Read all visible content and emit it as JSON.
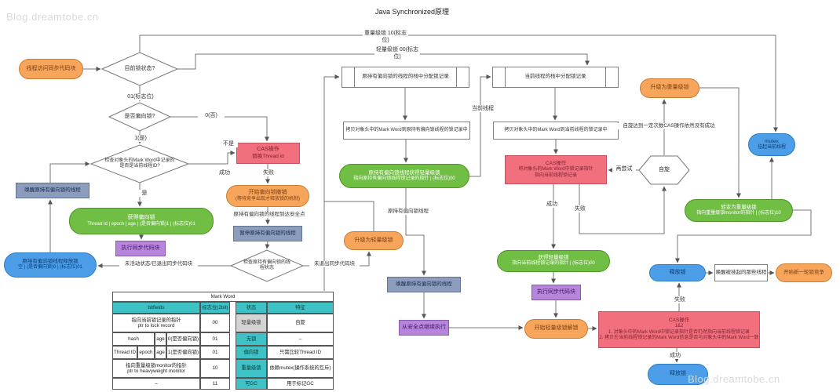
{
  "title": "Java Synchronized原理",
  "watermark": "Blog.dreamtobe.cn",
  "nodes": {
    "start": {
      "t": "线程访问同步代码块"
    },
    "d_lock_state": {
      "t": "目前锁状态?"
    },
    "d_biased": {
      "t": "是否偏向锁?"
    },
    "d_check_tid": {
      "l1": "检查对象头的Mark Word中记录的",
      "l2": "是否是当前线程ID?"
    },
    "wake_biased_left": {
      "t": "唤醒原持有偏向锁的线程"
    },
    "get_biased": {
      "l1": "获得偏向锁",
      "l2": "Thread Id | epoch | age | (是否偏向锁)1 | (标志位)01"
    },
    "exec_sync_left": {
      "t": "执行同步代码块"
    },
    "biased_release": {
      "l1": "原持有偏向锁线程释放锁",
      "l2": "空 | (是否偏向锁)0 | (标志位)01"
    },
    "cas_replace": {
      "l1": "CAS操作",
      "l2": "替换Thread id"
    },
    "revoke_start": {
      "l1": "开始偏向锁撤销",
      "l2": "(等待竞争出现才释放锁的机制)"
    },
    "pause_biased": {
      "t": "暂停原持有偏向锁的线程"
    },
    "d_check_state": {
      "l1": "检查原持有偏向锁的线",
      "l2": "程状态"
    },
    "upgrade_light": {
      "t": "升级为轻量级锁"
    },
    "alloc_biased_stack": {
      "t": "原持有偏向锁的线程的栈中分配锁记录"
    },
    "copy_mw_biased": {
      "t": "拷贝对象头中的Mark Word到原持有偏向锁线程的锁记录中"
    },
    "biased_get_light": {
      "l1": "原持有偏向锁线程获得轻量级锁",
      "l2": "指向原持有偏向锁线程锁记录的指针 | (标志位)00"
    },
    "wake_biased_mid": {
      "t": "唤醒原持有偏向锁的线程"
    },
    "resume_safe": {
      "t": "从安全点继续执行"
    },
    "alloc_cur_stack": {
      "t": "当前线程的栈中分配锁记录"
    },
    "copy_mw_cur": {
      "t": "拷贝对象头中的Mark Word到当前线程的锁记录中"
    },
    "cas_point": {
      "l1": "CAS操作",
      "l2": "将对象头的Mark Word中锁记录指针",
      "l3": "指向当前线程锁记录"
    },
    "spin": {
      "t": "自旋"
    },
    "upgrade_heavy": {
      "t": "升级为重量级锁"
    },
    "mutex": {
      "l1": "mutex",
      "l2": "挂起当前线程"
    },
    "to_heavy": {
      "l1": "转变为重量级锁",
      "l2": "指向重量级锁monitor的指针 | (标志位)10"
    },
    "get_light": {
      "l1": "获得轻量级锁",
      "l2": "指向当前线程锁记录的指针 | (标志位)00"
    },
    "exec_sync_right": {
      "t": "执行同步代码块"
    },
    "unlock_light": {
      "t": "开始轻量级锁解锁"
    },
    "cas_unlock": {
      "l1": "CAS操作",
      "l2": "1&2",
      "l3": "1. 对象头中的Mark Word中锁记录指针是否仍然指向当前线程锁记录",
      "l4": "2. 拷贝在当前线程锁记录的Mark Word信息是否与对象头中的Mark Word一致"
    },
    "release_bottom": {
      "t": "释放锁"
    },
    "release_right": {
      "t": "释放锁"
    },
    "wake_suspended": {
      "t": "唤醒被挂起的那些线程"
    },
    "new_round": {
      "t": "开始新一轮锁竞争"
    }
  },
  "labels": {
    "heavy_path": {
      "l1": "重量级锁",
      "l2": "10(标志位)"
    },
    "light_path": {
      "l1": "轻量级锁",
      "l2": "00(标志位)"
    },
    "flag01": "01(标志位)",
    "no0": "0(否)",
    "yes1": "1(是)",
    "yes": "是",
    "not_me": "不是",
    "ok1": "成功",
    "fail1": "失败",
    "safe_point": "原持有偏向锁的线程到达安全点",
    "inactive": "未活动状态/已退出同步代码块",
    "not_exit": "未退出同步代码块",
    "cur_thread": "当前线程",
    "biased_thread": "原持有偏向锁线程",
    "ok2": "成功",
    "fail2": "失败",
    "retry": "再尝试",
    "spin_fail": "自旋达到一定次数CAS操作依然没有成功",
    "fail3": "失败",
    "ok3": "成功"
  },
  "table": {
    "title": "Mark Word",
    "headers": {
      "bitfields": "bitfields",
      "flag": "标志位(2bit)",
      "state": "状态",
      "feature": "特征"
    },
    "r1": {
      "bf1": "指向当前锁记录的指针",
      "bf2": "ptr to lock record",
      "flag": "00",
      "state": "轻量级锁",
      "feature": "自旋"
    },
    "r2": {
      "hash": "hash",
      "age": "age",
      "bias": "0(是否偏向锁)",
      "flag": "01",
      "state": "无锁",
      "feature": "–"
    },
    "r3": {
      "tid": "Thread ID",
      "epoch": "epoch",
      "age": "age",
      "bias": "1(是否偏向锁)",
      "flag": "01",
      "state": "偏向锁",
      "feature": "只需比较Thread ID"
    },
    "r4": {
      "bf1": "指向重量级锁monitor的指针",
      "bf2": "ptr to heavyweight monitor",
      "flag": "10",
      "state": "重量级锁",
      "feature": "依赖mutex(操作系统的互斥)"
    },
    "r5": {
      "bf": "–",
      "flag": "11",
      "state": "可GC",
      "feature": "用于标记GC"
    }
  }
}
